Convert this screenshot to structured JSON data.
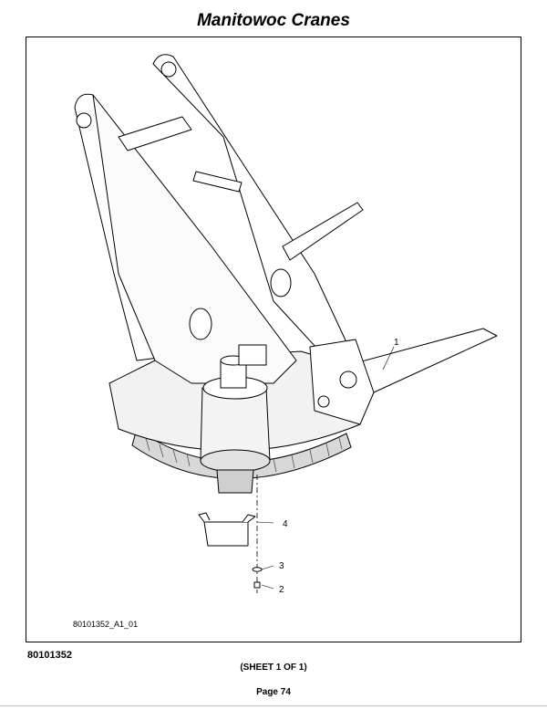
{
  "header": {
    "title": "Manitowoc Cranes"
  },
  "drawing": {
    "id": "80101352_A1_01",
    "callouts": [
      "1",
      "2",
      "3",
      "4"
    ]
  },
  "footer": {
    "part_number": "80101352",
    "sheet": "(SHEET 1 OF 1)",
    "page": "Page 74"
  }
}
